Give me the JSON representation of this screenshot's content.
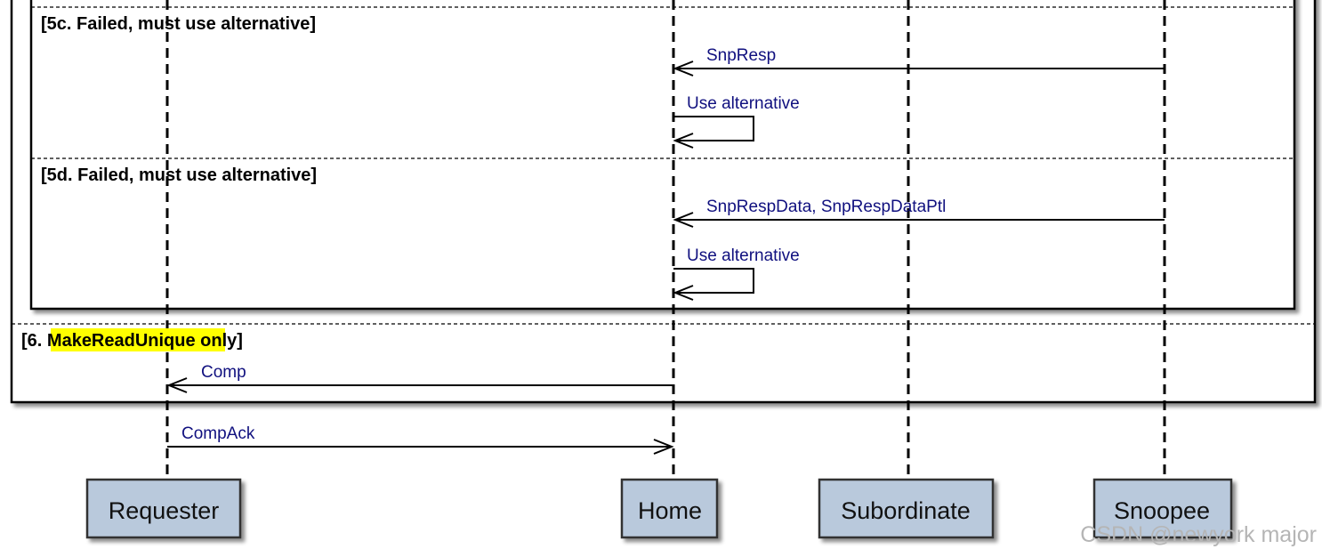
{
  "sections": {
    "s5c": "[5c. Failed, must use alternative]",
    "s5d": "[5d. Failed, must use alternative]",
    "s6_prefix": "[6. ",
    "s6_highlight": "MakeReadUnique",
    "s6_suffix": " only]"
  },
  "messages": {
    "snpresp": "SnpResp",
    "use_alt_1": "Use alternative",
    "snprespdata": "SnpRespData, SnpRespDataPtl",
    "use_alt_2": "Use alternative",
    "comp": "Comp",
    "compack": "CompAck"
  },
  "actors": {
    "requester": "Requester",
    "home": "Home",
    "subordinate": "Subordinate",
    "snoopee": "Snoopee"
  },
  "watermark": "CSDN @newyork major",
  "colors": {
    "message_text": "#10107f",
    "actor_fill": "#b9c9dc",
    "highlight": "#ffff00"
  }
}
